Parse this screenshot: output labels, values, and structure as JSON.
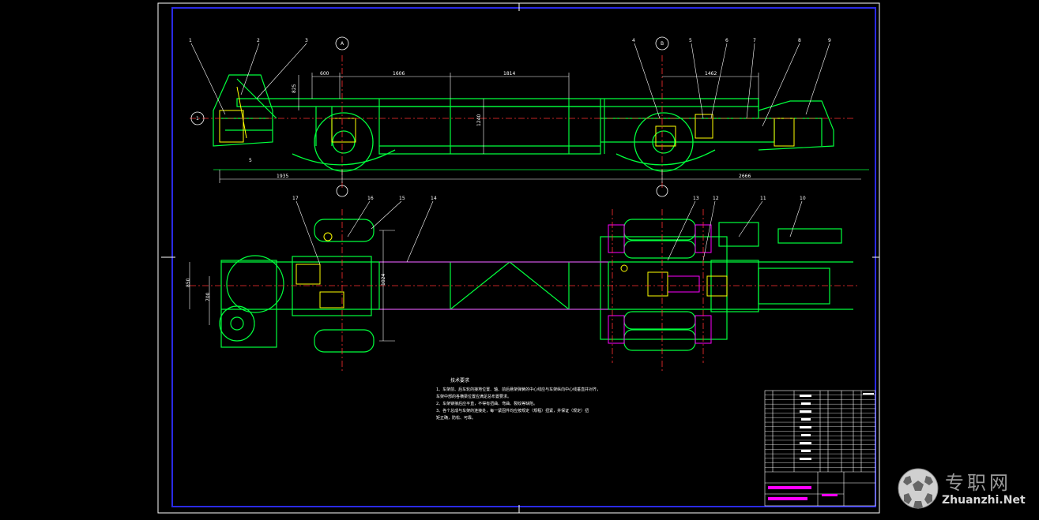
{
  "colors": {
    "background": "#000000",
    "frame": "#2a2ae6",
    "geometry": "#00ff3c",
    "centerline": "#ff3030",
    "dimension": "#ffffff",
    "parts": "#ffff00",
    "accent": "#ff00ff"
  },
  "side_view": {
    "part_labels": [
      "1",
      "2",
      "3",
      "4",
      "5",
      "6",
      "7",
      "8",
      "9"
    ],
    "dims": {
      "d600": "600",
      "d1606": "1606",
      "d1814": "1814",
      "d1462": "1462",
      "d1240": "1240",
      "d825": "825",
      "d1935": "1935",
      "d2666": "2666",
      "d5": "5"
    },
    "section_markers": [
      "1",
      "A",
      "B"
    ]
  },
  "top_view": {
    "part_labels": [
      "17",
      "16",
      "15",
      "14",
      "13",
      "12",
      "11",
      "10"
    ],
    "dims": {
      "d850": "850",
      "d700": "700",
      "d1024": "1024"
    }
  },
  "notes": {
    "title": "技术要求",
    "lines": [
      "1、车架前、后车轮的接地位置、轴、前后悬架弹簧的中心线应与车架纵向中心线垂直并对齐，",
      "   车架中部的各横梁位置应满足总布置要求。",
      "2、车架铆接后应平直，不得有扭曲、弯曲、裂纹等缺陷。",
      "3、各个总成与车架的连接处，每一紧固件均应按规定（规程）扭紧，并保证（规定）扭",
      "   矩正确，防松、可靠。"
    ]
  },
  "title_block": {
    "rows": [
      "",
      "",
      "",
      "",
      "",
      "",
      "",
      "",
      "",
      "",
      "",
      "",
      "",
      "",
      "",
      "",
      ""
    ],
    "footer": [
      "",
      "",
      "",
      ""
    ],
    "stamp_text": ""
  },
  "watermark": {
    "cn": "专职网",
    "en": "Zhuanzhi.Net"
  }
}
